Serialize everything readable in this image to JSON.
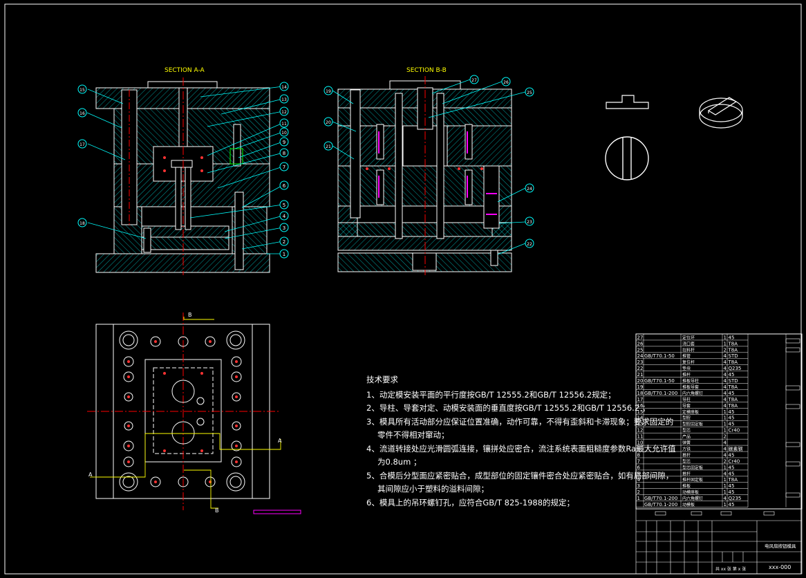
{
  "sections": {
    "a": "SECTION A-A",
    "b": "SECTION B-B"
  },
  "plan_labels": {
    "b_top": "B",
    "b_bottom": "B",
    "a_left": "A",
    "a_right": "A"
  },
  "balloons_aa": [
    "1",
    "2",
    "3",
    "4",
    "5",
    "6",
    "7",
    "8",
    "9",
    "10",
    "11",
    "12",
    "13",
    "14",
    "15",
    "16",
    "17",
    "18"
  ],
  "balloons_bb": [
    "19",
    "20",
    "21",
    "22",
    "23",
    "24",
    "25",
    "26",
    "27"
  ],
  "tech": {
    "heading": "技术要求",
    "items": [
      "1、动定模安装平面的平行度按GB/T 12555.2和GB/T 12556.2规定；",
      "2、导柱、导套对定、动模安装面的垂直度按GB/T 12555.2和GB/T 12556.2 ；",
      "3、模具所有活动部分应保证位置准确，动作可靠，不得有歪斜和卡滞现象；要求固定的",
      "零件不得相对窜动；",
      "4、流道转接处应光滑圆弧连接，镶拼处应密合，流注系统表面粗糙度参数Ra最大允许值",
      "为0.8um ；",
      "5、合模后分型面应紧密贴合，成型部位的固定镶件密合处应紧密贴合，如有局部间隙，",
      "其间隙应小于塑料的溢料间隙；",
      "6、模具上的吊环螺钉孔，应符合GB/T 825-1988的规定；"
    ]
  },
  "bom": [
    {
      "no": "27",
      "std": "",
      "name": "定位环",
      "qty": "1",
      "mat": "45"
    },
    {
      "no": "26",
      "std": "",
      "name": "浇口套",
      "qty": "1",
      "mat": "T8A"
    },
    {
      "no": "25",
      "std": "",
      "name": "拉料杆",
      "qty": "2",
      "mat": "T8A"
    },
    {
      "no": "24",
      "std": "GB/T70.1-50",
      "name": "推管",
      "qty": "4",
      "mat": "STD"
    },
    {
      "no": "23",
      "std": "",
      "name": "复位杆",
      "qty": "4",
      "mat": "T8A"
    },
    {
      "no": "22",
      "std": "",
      "name": "垫块",
      "qty": "4",
      "mat": "Q235"
    },
    {
      "no": "21",
      "std": "",
      "name": "推杆",
      "qty": "4",
      "mat": "45"
    },
    {
      "no": "20",
      "std": "GB/T70.1-50",
      "name": "推板导柱",
      "qty": "4",
      "mat": "STD"
    },
    {
      "no": "19",
      "std": "",
      "name": "推板导套",
      "qty": "4",
      "mat": "T8A"
    },
    {
      "no": "18",
      "std": "GB/T70.1-200",
      "name": "内六角螺钉",
      "qty": "4",
      "mat": "45"
    },
    {
      "no": "17",
      "std": "",
      "name": "导柱",
      "qty": "4",
      "mat": "T8A"
    },
    {
      "no": "16",
      "std": "",
      "name": "导套",
      "qty": "4",
      "mat": "T8A"
    },
    {
      "no": "15",
      "std": "",
      "name": "定模座板",
      "qty": "1",
      "mat": "45"
    },
    {
      "no": "14",
      "std": "",
      "name": "型腔",
      "qty": "1",
      "mat": "45"
    },
    {
      "no": "13",
      "std": "",
      "name": "型腔固定板",
      "qty": "1",
      "mat": "45"
    },
    {
      "no": "12",
      "std": "",
      "name": "型芯",
      "qty": "1",
      "mat": "Cr40"
    },
    {
      "no": "11",
      "std": "",
      "name": "产品",
      "qty": "2",
      "mat": ""
    },
    {
      "no": "10",
      "std": "",
      "name": "弹簧",
      "qty": "4",
      "mat": ""
    },
    {
      "no": "9",
      "std": "",
      "name": "方铁",
      "qty": "4",
      "mat": "碳素钢"
    },
    {
      "no": "8",
      "std": "",
      "name": "推杆",
      "qty": "4",
      "mat": "45"
    },
    {
      "no": "7",
      "std": "",
      "name": "型芯",
      "qty": "2",
      "mat": "Cr40"
    },
    {
      "no": "6",
      "std": "",
      "name": "型芯固定板",
      "qty": "1",
      "mat": "45"
    },
    {
      "no": "5",
      "std": "",
      "name": "推杆",
      "qty": "4",
      "mat": "45"
    },
    {
      "no": "4",
      "std": "",
      "name": "推杆固定板",
      "qty": "1",
      "mat": "T8A"
    },
    {
      "no": "3",
      "std": "",
      "name": "推板",
      "qty": "1",
      "mat": "45"
    },
    {
      "no": "2",
      "std": "",
      "name": "动模座板",
      "qty": "1",
      "mat": "45"
    },
    {
      "no": "1",
      "std": "GB/T70.1-200",
      "name": "内六角螺钉",
      "qty": "4",
      "mat": "Q235"
    },
    {
      "no": "",
      "std": "GB/T70.1-200",
      "name": "动模板",
      "qty": "1",
      "mat": "45"
    }
  ],
  "title_block": {
    "title": "电风扇按钮模具",
    "drawing_no": "xxx-000",
    "sheet_info": "共  xx  张   第  x  张"
  },
  "colors": {
    "background": "#000000",
    "outline": "#ffffff",
    "hatch": "#00ffff",
    "center_line": "#ff0000",
    "leader": "#00ffff",
    "highlight": "#ff00ff",
    "label": "#ffff00"
  }
}
